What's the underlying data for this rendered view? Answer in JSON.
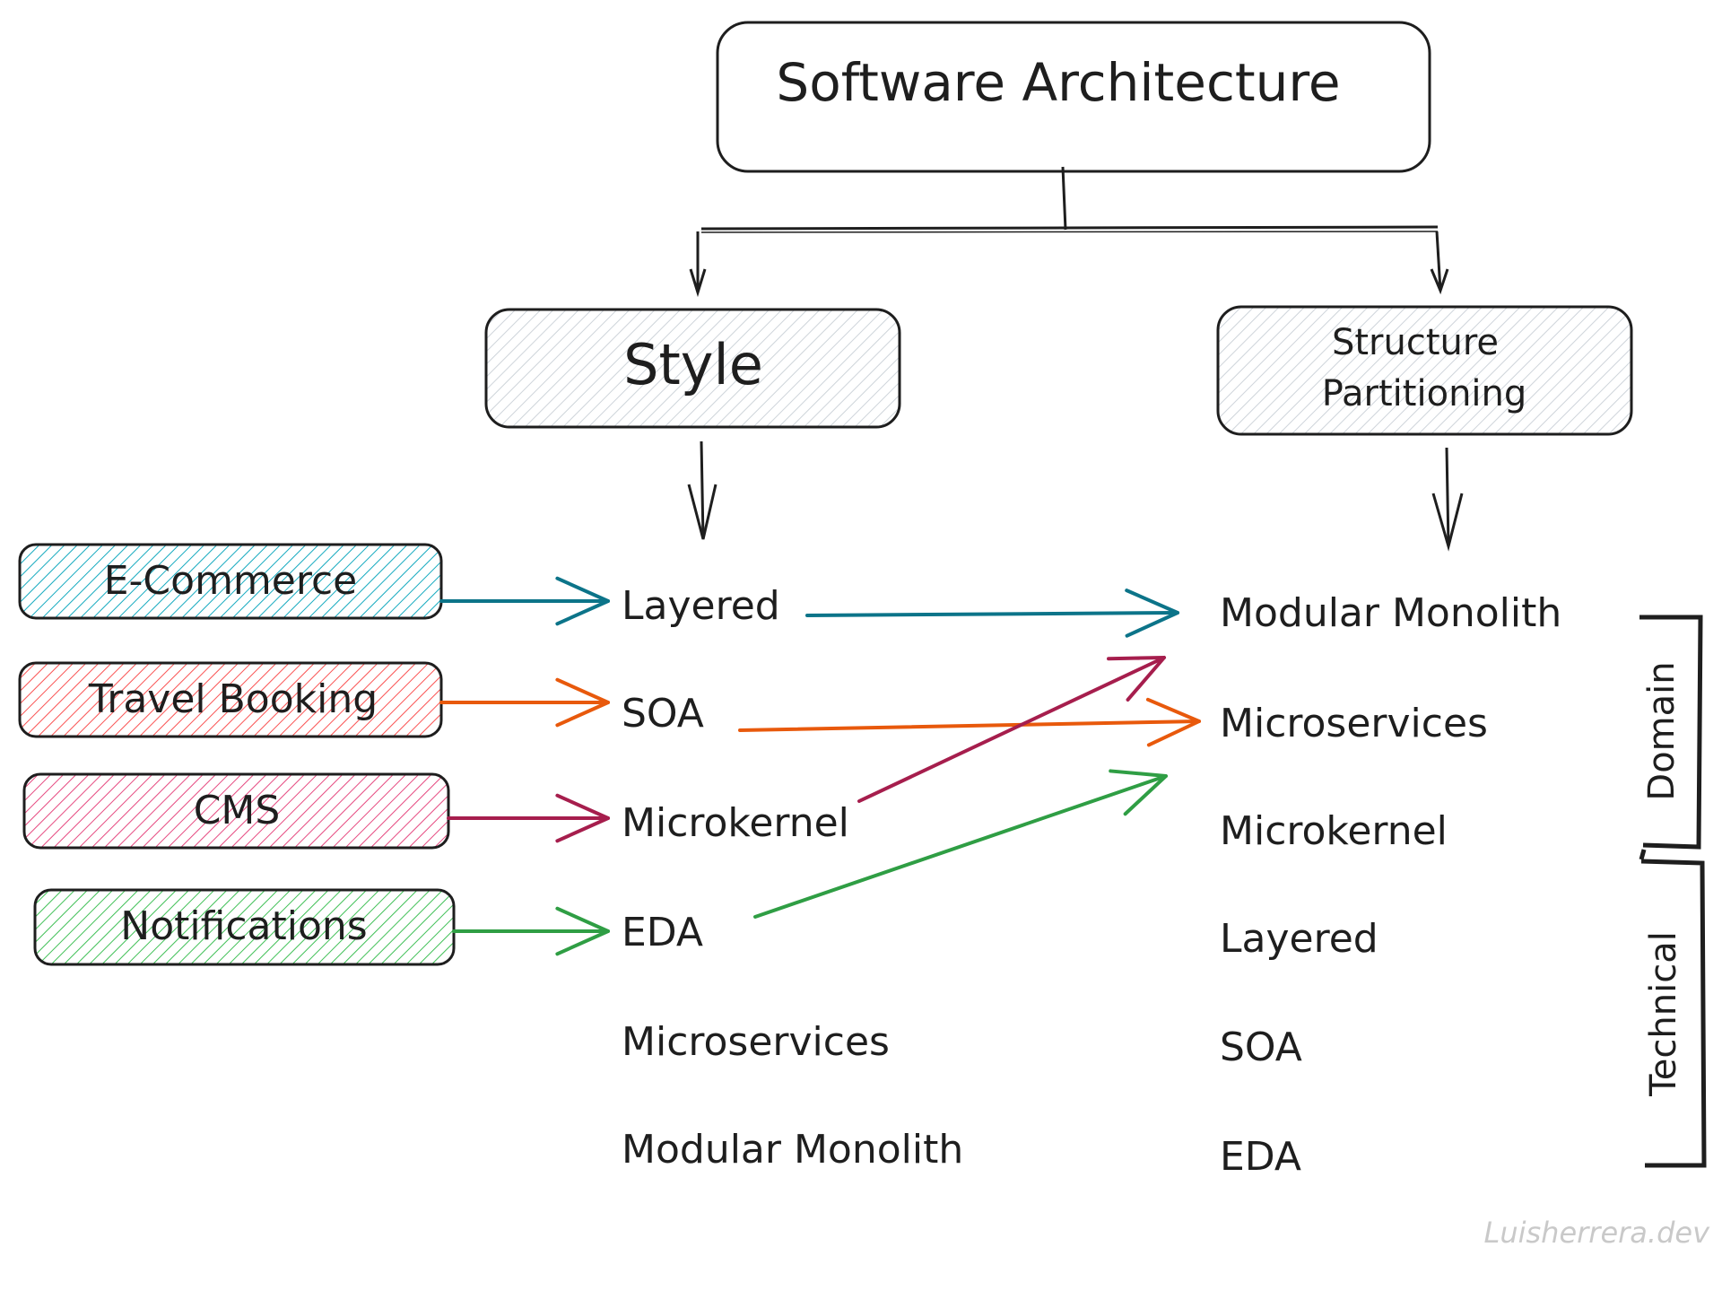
{
  "diagram": {
    "title": "Software Architecture",
    "branches": {
      "style": {
        "label": "Style"
      },
      "structure": {
        "label_lines": [
          "Structure",
          "Partitioning"
        ]
      }
    },
    "domains": [
      {
        "label": "E-Commerce",
        "fill_color": "#15aabf",
        "arrow_color": "#0c7489",
        "style_target": "Layered",
        "structure_target": "Modular Monolith"
      },
      {
        "label": "Travel Booking",
        "fill_color": "#fa5252",
        "arrow_color": "#e8590c",
        "style_target": "SOA",
        "structure_target": "Microservices"
      },
      {
        "label": "CMS",
        "fill_color": "#e64980",
        "arrow_color": "#a61e4d",
        "style_target": "Microkernel",
        "structure_target": "Modular Monolith"
      },
      {
        "label": "Notifications",
        "fill_color": "#40c057",
        "arrow_color": "#2f9e44",
        "style_target": "EDA",
        "structure_target": "Microservices"
      }
    ],
    "style_items": [
      "Layered",
      "SOA",
      "Microkernel",
      "EDA",
      "Microservices",
      "Modular Monolith"
    ],
    "structure_items": [
      "Modular Monolith",
      "Microservices",
      "Microkernel",
      "Layered",
      "SOA",
      "EDA"
    ],
    "groups": [
      {
        "label": "Domain",
        "items": [
          "Modular Monolith",
          "Microservices",
          "Microkernel"
        ]
      },
      {
        "label": "Technical",
        "items": [
          "Layered",
          "SOA",
          "EDA"
        ]
      }
    ],
    "watermark": "Luisherrera.dev",
    "colors": {
      "ink": "#1e1e1e",
      "gray_hatch": "#ced4da"
    }
  }
}
